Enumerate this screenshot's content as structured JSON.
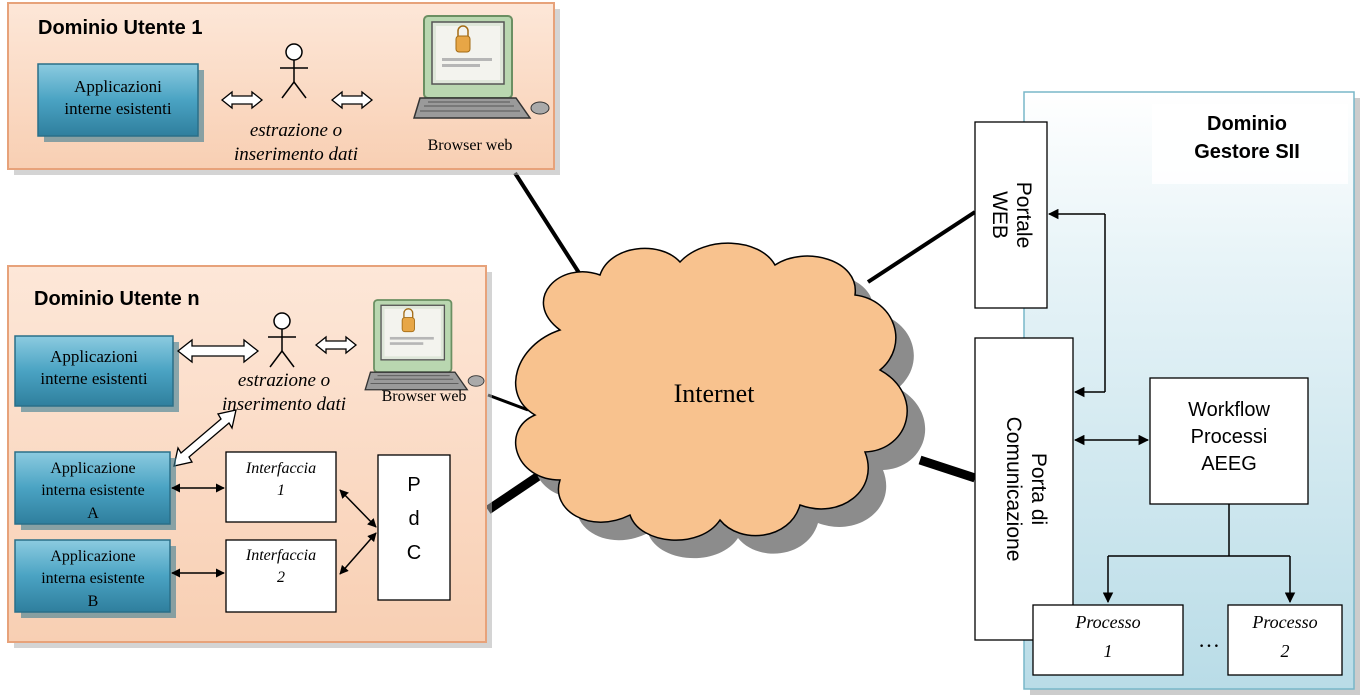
{
  "domain1": {
    "title": "Dominio Utente 1",
    "app_line1": "Applicazioni",
    "app_line2": "interne esistenti",
    "action_line1": "estrazione o",
    "action_line2": "inserimento dati",
    "browser_label": "Browser web"
  },
  "domainN": {
    "title": "Dominio Utente n",
    "app_line1": "Applicazioni",
    "app_line2": "interne esistenti",
    "action_line1": "estrazione o",
    "action_line2": "inserimento dati",
    "browser_label": "Browser web",
    "appA_line1": "Applicazione",
    "appA_line2": "interna esistente",
    "appA_line3": "A",
    "appB_line1": "Applicazione",
    "appB_line2": "interna esistente",
    "appB_line3": "B",
    "iface1_line1": "Interfaccia",
    "iface1_line2": "1",
    "iface2_line1": "Interfaccia",
    "iface2_line2": "2",
    "pdc_line1": "P",
    "pdc_line2": "d",
    "pdc_line3": "C"
  },
  "cloud": {
    "label": "Internet"
  },
  "gestore": {
    "title_line1": "Dominio",
    "title_line2": "Gestore SII",
    "portale_line1": "Portale",
    "portale_line2": "WEB",
    "porta_line1": "Porta di",
    "porta_line2": "Comunicazione",
    "workflow_line1": "Workflow",
    "workflow_line2": "Processi",
    "workflow_line3": "AEEG",
    "proc1_line1": "Processo",
    "proc1_line2": "1",
    "proc2_line1": "Processo",
    "proc2_line2": "2",
    "ellipsis": "…"
  },
  "colors": {
    "domain_fill": "#fbd9c2",
    "domain_border": "#e7a27a",
    "app_fill": "#3f95b4",
    "cloud_fill": "#f8c28e",
    "cloud_shadow": "#8c8c8c",
    "gestore_fill": "#cfe8ef",
    "gestore_border": "#78b7c9"
  }
}
